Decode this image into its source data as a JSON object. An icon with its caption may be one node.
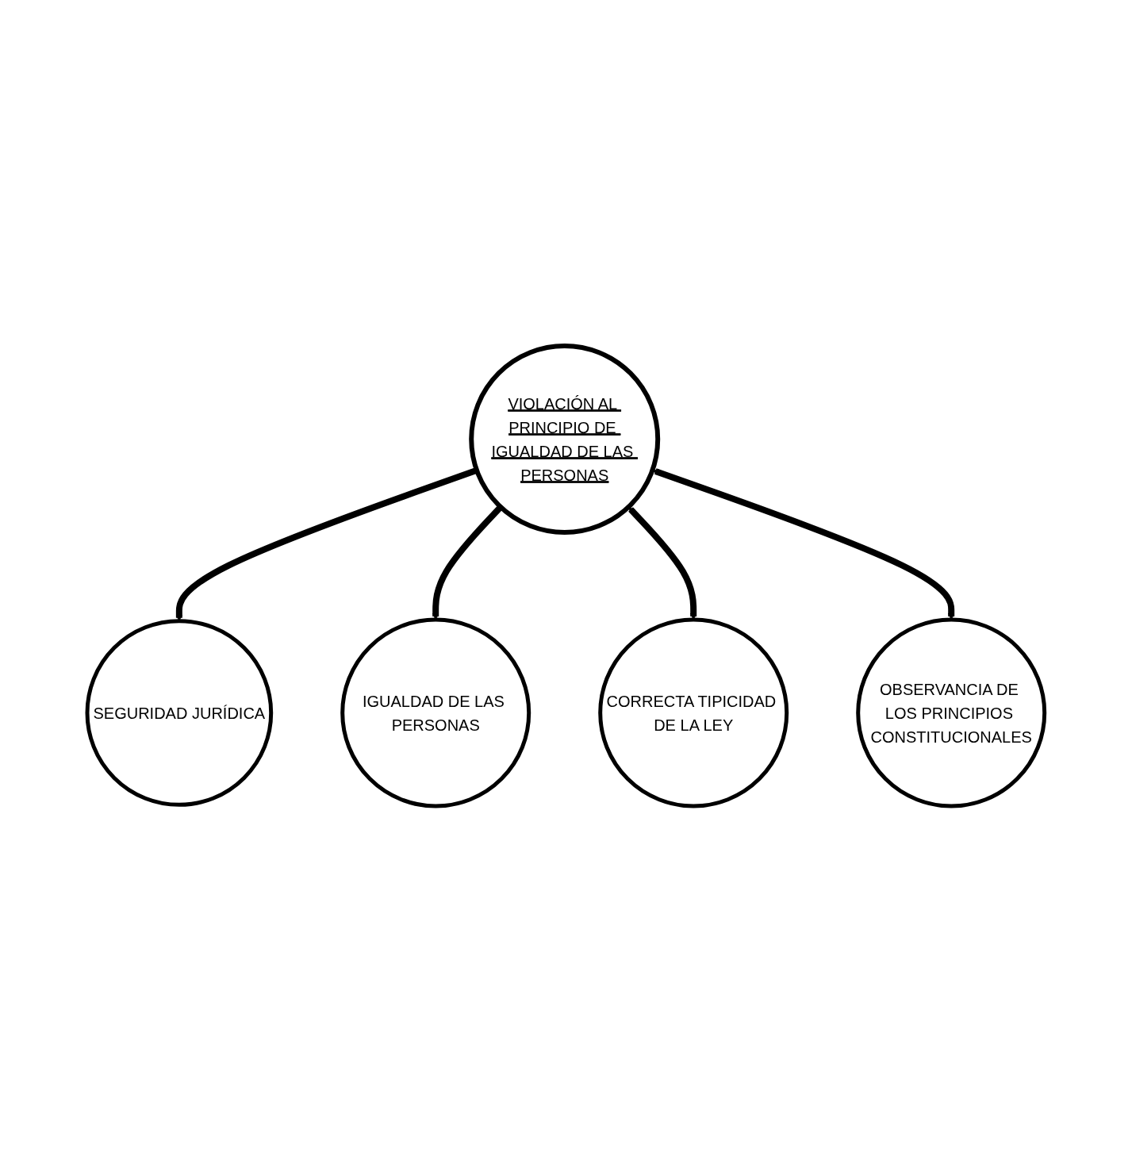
{
  "diagram": {
    "nodes": [
      {
        "text": [
          "SEGURIDAD JURÍDICA"
        ]
      },
      {
        "text": [
          "IGUALDAD DE LAS PERSONAS"
        ]
      },
      {
        "text": [
          "VIOLACIÓN AL PRINCIPIO DE IGUALDAD DE LAS PERSONAS"
        ]
      },
      {
        "text": [
          "CORRECTA TIPICIDAD DE LA LEY"
        ]
      },
      {
        "text": [
          "OBSERVANCIA DE LOS PRINCIPIOS CONSTITUCIONALES"
        ]
      }
    ],
    "edges": [
      {
        "from": 2,
        "to": 0,
        "arrow": "to"
      },
      {
        "from": 2,
        "to": 1,
        "arrow": "to"
      },
      {
        "from": 2,
        "to": 3,
        "arrow": "both"
      },
      {
        "from": 2,
        "to": 4,
        "arrow": "both"
      }
    ]
  }
}
